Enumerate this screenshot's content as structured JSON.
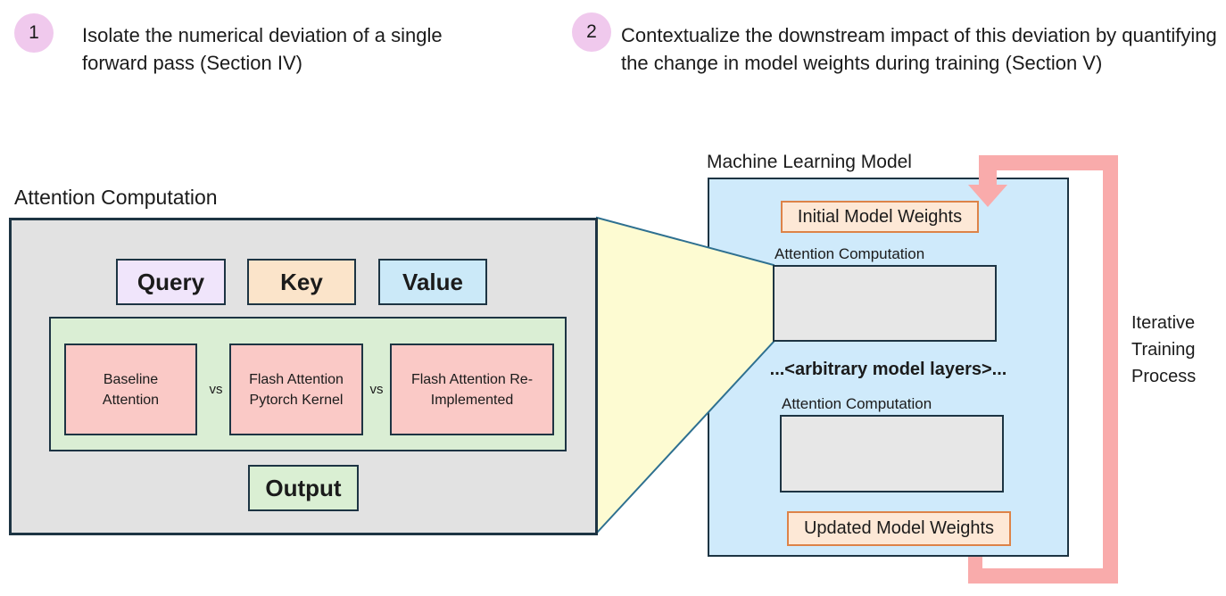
{
  "steps": [
    {
      "number": "1",
      "text": "Isolate the numerical deviation of a single forward pass (Section IV)"
    },
    {
      "number": "2",
      "text": "Contextualize the downstream impact of this deviation by quantifying the change in model weights during training (Section V)"
    }
  ],
  "attention_diagram": {
    "title": "Attention Computation",
    "inputs": [
      {
        "label": "Query"
      },
      {
        "label": "Key"
      },
      {
        "label": "Value"
      }
    ],
    "comparison": {
      "separator": "vs",
      "items": [
        "Baseline Attention",
        "Flash Attention Pytorch Kernel",
        "Flash Attention Re-Implemented"
      ]
    },
    "output_label": "Output"
  },
  "model_diagram": {
    "title": "Machine Learning Model",
    "initial_weights_label": "Initial Model Weights",
    "attention_label_top": "Attention Computation",
    "arbitrary_layers_label": "...<arbitrary model layers>...",
    "attention_label_bottom": "Attention Computation",
    "updated_weights_label": "Updated Model Weights",
    "loop_label": "Iterative Training Process"
  },
  "colors": {
    "dark_border": "#1d3443",
    "pink_arrow": "#f9abab",
    "zoom_lens_fill": "#fdfbd2",
    "zoom_lens_border": "#2e7090",
    "badge_fill": "#f0c9ed",
    "model_box_fill": "#cfeafb",
    "gray_fill": "#e2e2e2",
    "green_fill": "#daeed4",
    "pink_box_fill": "#fac9c6",
    "query_fill": "#f0e5fb",
    "key_fill": "#fbe4ca",
    "value_fill": "#cbe9f8",
    "weights_fill": "#fde8d6",
    "weights_border": "#dd8348"
  }
}
